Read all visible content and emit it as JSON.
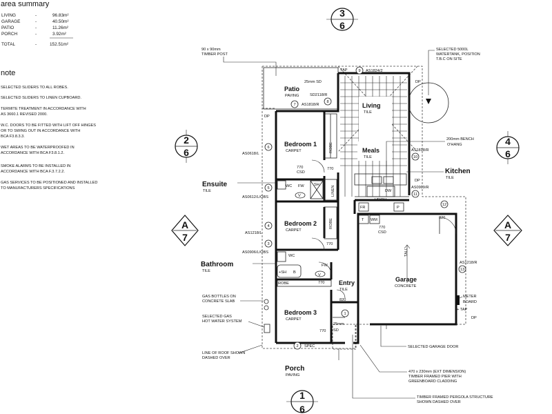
{
  "area_summary": {
    "title": "area summary",
    "rows": [
      {
        "name": "LIVING",
        "sep": "-",
        "value": "96.83m²"
      },
      {
        "name": "GARAGE",
        "sep": "-",
        "value": "40.50m²"
      },
      {
        "name": "PATIO",
        "sep": "-",
        "value": "11.26m²"
      },
      {
        "name": "PORCH",
        "sep": "-",
        "value": "3.92m²"
      }
    ],
    "total": {
      "name": "TOTAL",
      "sep": "-",
      "value": "152.51m²"
    }
  },
  "notes": {
    "heading": "note",
    "lines": [
      "SELECTED SLIDERS TO ALL ROBES.",
      "SELECTED SLIDERS TO LINEN CUPBOARD.",
      "TERMITE TREATMENT IN ACCORDANCE WITH",
      "AS 3660.1 REVISED 2000.",
      "W.C. DOORS TO BE FITTED WITH LIFT OFF HINGES",
      "OR TO SWING OUT IN ACCORDANCE WITH",
      "BCA  F3.8.3.3.",
      "WET AREAS TO BE WATERPROOFED IN",
      "ACCORDANCE WITH BCA  F3.8.1.2.",
      "SMOKE ALARMS TO BE INSTALLED IN",
      "ACCORDANCE WITH BCA  F.3.7.2.2.",
      "GAS SERVICES TO BE POSITIONED AND INSTALLED",
      "TO MANUFACTURERS SPECIFICATIONS"
    ]
  },
  "rooms": {
    "patio": {
      "name": "Patio",
      "finish": "PAVING"
    },
    "living": {
      "name": "Living",
      "finish": "TILE"
    },
    "bedroom1": {
      "name": "Bedroom 1",
      "finish": "CARPET"
    },
    "meals": {
      "name": "Meals",
      "finish": "TILE"
    },
    "kitchen": {
      "name": "Kitchen",
      "finish": "TILE"
    },
    "ensuite": {
      "name": "Ensuite",
      "finish": "TILE"
    },
    "bedroom2": {
      "name": "Bedroom 2",
      "finish": "CARPET"
    },
    "bathroom": {
      "name": "Bathroom",
      "finish": "TILE"
    },
    "garage": {
      "name": "Garage",
      "finish": "CONCRETE"
    },
    "entry": {
      "name": "Entry",
      "finish": "TILE"
    },
    "bedroom3": {
      "name": "Bedroom 3",
      "finish": "CARPET"
    },
    "porch": {
      "name": "Porch",
      "finish": "PAVING"
    }
  },
  "sections": {
    "top": {
      "num": "3",
      "sheet": "6"
    },
    "left": {
      "num": "2",
      "sheet": "6"
    },
    "right": {
      "num": "4",
      "sheet": "6"
    },
    "west": {
      "num": "A",
      "sheet": "7"
    },
    "east": {
      "num": "A",
      "sheet": "7"
    },
    "bottom": {
      "num": "1",
      "sheet": "6"
    }
  },
  "callouts": {
    "timber_post": [
      "90 x 90mm",
      "TIMBER POST"
    ],
    "watertank": [
      "SELECTED 5000L",
      "WATERTANK, POSITION",
      "T.B.C ON SITE"
    ],
    "bench": [
      "200mm BENCH",
      "O'HANG"
    ],
    "gas_bottles": [
      "GAS BOTTLES ON",
      "CONCRETE SLAB"
    ],
    "hot_water": [
      "SELECTED GAS",
      "HOT WATER SYSTEM"
    ],
    "roof_line": [
      "LINE OF ROOF SHOWN",
      "DASHED OVER"
    ],
    "garage_door": "SELECTED GARAGE DOOR",
    "pier": [
      "470 x 230mm (EXT DIMENSION)",
      "TIMBER FRAMED PIER WITH",
      "GREENBOARD CLADDING"
    ],
    "pergola": [
      "TIMBER FRAMED PERGOLA STRUCTURE",
      "SHOWN DASHED OVER"
    ],
    "meter": [
      "METER",
      "BOARD"
    ]
  },
  "tags": {
    "tap": "TAP",
    "dp": "DP",
    "sd25": "25mm SD",
    "sd2118": "SD2118/R",
    "as1824": "AS1824/2",
    "as1818a": "AS1818/R",
    "as0618": "AS0618/L",
    "as1818b": "AS1818/R",
    "as0909": "AS0909/R",
    "as0612": "AS0612/L/OBS",
    "as1218a": "AS1218/L",
    "as0906": "AS0906/L/OBS",
    "as1218b": "AS1218/R",
    "spec": "SPEC",
    "robe": "ROBE",
    "linen": "LINEN",
    "wc": "WC",
    "fw": "FW",
    "sh": "SH",
    "shb": "+SH",
    "v": "V",
    "b": "B",
    "dw": "DW",
    "fr": "FR",
    "p": "P",
    "hp_rh": "HP/RH",
    "t": "T",
    "wm": "WM",
    "tall": "TALL",
    "d770": "770",
    "csd": "CSD",
    "d820": "820",
    "sd": "SD",
    "plus_tap": "+ TAP",
    "sd25b": "25mm",
    "nums": [
      "9",
      "8",
      "7",
      "6",
      "10",
      "11",
      "5",
      "4",
      "3",
      "12",
      "13",
      "2",
      "1"
    ]
  }
}
